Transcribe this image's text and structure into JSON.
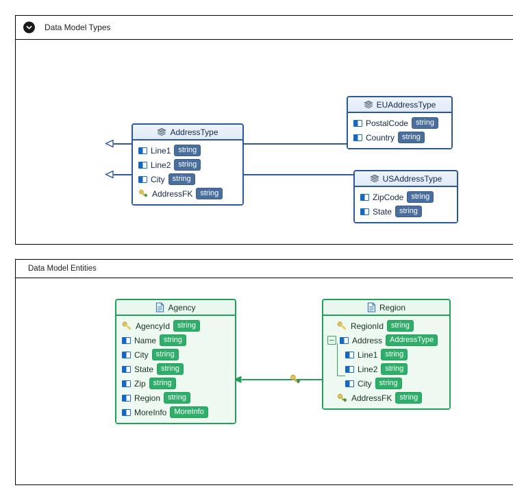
{
  "panels": [
    {
      "id": "types",
      "title": "Data Model Types",
      "collapse_icon": "chevron-down-circle-icon",
      "collapsed": false
    },
    {
      "id": "entities",
      "title": "Data Model Entities",
      "collapsed": false
    }
  ],
  "diagram_types": {
    "accent_color": "#2b579a",
    "badge_color": "#4a6f9e",
    "entities": [
      {
        "name": "AddressType",
        "icon": "type-stack-icon",
        "fields": [
          {
            "name": "Line1",
            "type": "string",
            "icon": "attribute-icon"
          },
          {
            "name": "Line2",
            "type": "string",
            "icon": "attribute-icon"
          },
          {
            "name": "City",
            "type": "string",
            "icon": "attribute-icon"
          },
          {
            "name": "AddressFK",
            "type": "string",
            "icon": "foreign-key-icon"
          }
        ]
      },
      {
        "name": "EUAddressType",
        "icon": "type-stack-icon",
        "fields": [
          {
            "name": "PostalCode",
            "type": "string",
            "icon": "attribute-icon"
          },
          {
            "name": "Country",
            "type": "string",
            "icon": "attribute-icon"
          }
        ]
      },
      {
        "name": "USAddressType",
        "icon": "type-stack-icon",
        "fields": [
          {
            "name": "ZipCode",
            "type": "string",
            "icon": "attribute-icon"
          },
          {
            "name": "State",
            "type": "string",
            "icon": "attribute-icon"
          }
        ]
      }
    ],
    "connectors": [
      {
        "from": "EUAddressType",
        "to": "AddressType",
        "arrow": "hollow-triangle"
      },
      {
        "from": "USAddressType",
        "to": "AddressType",
        "arrow": "hollow-triangle"
      }
    ]
  },
  "diagram_entities": {
    "accent_color": "#21a05a",
    "badge_color": "#2fae6a",
    "entities": [
      {
        "name": "Agency",
        "icon": "document-icon",
        "fields": [
          {
            "name": "AgencyId",
            "type": "string",
            "icon": "primary-key-icon"
          },
          {
            "name": "Name",
            "type": "string",
            "icon": "attribute-icon"
          },
          {
            "name": "City",
            "type": "string",
            "icon": "attribute-icon"
          },
          {
            "name": "State",
            "type": "string",
            "icon": "attribute-icon"
          },
          {
            "name": "Zip",
            "type": "string",
            "icon": "attribute-icon"
          },
          {
            "name": "Region",
            "type": "string",
            "icon": "attribute-icon"
          },
          {
            "name": "MoreInfo",
            "type": "MoreInfo",
            "icon": "attribute-icon"
          }
        ]
      },
      {
        "name": "Region",
        "icon": "document-icon",
        "fields": [
          {
            "name": "RegionId",
            "type": "string",
            "icon": "primary-key-icon",
            "indent": 0
          },
          {
            "name": "Address",
            "type": "AddressType",
            "icon": "attribute-icon",
            "indent": 0,
            "expander": "minus"
          },
          {
            "name": "Line1",
            "type": "string",
            "icon": "attribute-icon",
            "indent": 1
          },
          {
            "name": "Line2",
            "type": "string",
            "icon": "attribute-icon",
            "indent": 1
          },
          {
            "name": "City",
            "type": "string",
            "icon": "attribute-icon",
            "indent": 1
          },
          {
            "name": "AddressFK",
            "type": "string",
            "icon": "foreign-key-icon",
            "indent": 0
          }
        ]
      }
    ],
    "connectors": [
      {
        "from": "Region",
        "to": "Agency",
        "arrow": "solid-arrow",
        "icon": "foreign-key-icon"
      }
    ]
  }
}
